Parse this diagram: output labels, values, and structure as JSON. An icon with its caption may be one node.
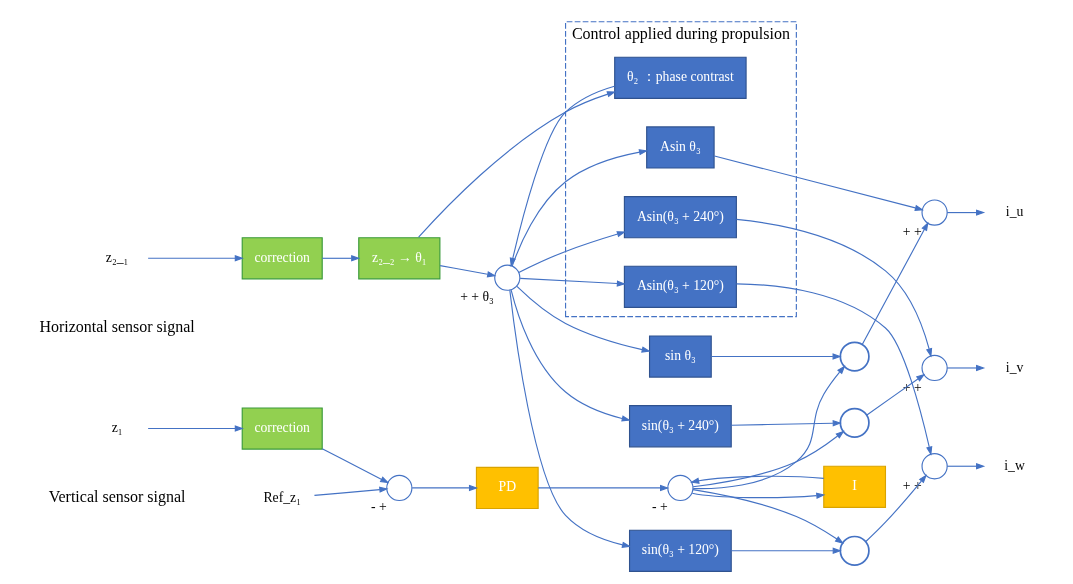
{
  "diagram": {
    "nodes": [
      {
        "text": [
          "z₂_₁"
        ]
      },
      {
        "text": [
          "correction"
        ]
      },
      {
        "text": [
          "z₂_₂ → θ₁"
        ]
      },
      {
        "text": [
          "Control applied during propulsion"
        ]
      },
      {
        "text": [
          "θ₂ ：phase contrast"
        ],
        "in": 3
      },
      {
        "text": [
          "Asin θ₃"
        ],
        "in": 3
      },
      {
        "text": [
          "Asin(θ₃ + 240°)"
        ],
        "in": 3
      },
      {
        "text": [
          "Asin(θ₃ + 120°)"
        ],
        "in": 3
      },
      {
        "text": [],
        "shape": "circle",
        "beside": [
          "+",
          "+",
          "θ₃"
        ]
      },
      {
        "text": [
          "sin θ₃"
        ]
      },
      {
        "text": [
          "sin(θ₃ + 240°)"
        ]
      },
      {
        "text": [
          "sin(θ₃ + 120°)"
        ]
      },
      {
        "text": [
          "z₁"
        ]
      },
      {
        "text": [
          "correction"
        ]
      },
      {
        "text": [],
        "shape": "circle",
        "beside": [
          "-",
          "+"
        ]
      },
      {
        "text": [
          "Ref_z₁"
        ]
      },
      {
        "text": [
          "PD"
        ]
      },
      {
        "text": [],
        "shape": "circle",
        "beside": [
          "-",
          "+"
        ]
      },
      {
        "text": [
          "I"
        ]
      },
      {
        "text": [],
        "shape": "circle"
      },
      {
        "text": [],
        "shape": "circle"
      },
      {
        "text": [],
        "shape": "circle"
      },
      {
        "text": [],
        "shape": "circle",
        "beside": [
          "+",
          "+"
        ]
      },
      {
        "text": [],
        "shape": "circle",
        "beside": [
          "+",
          "+"
        ]
      },
      {
        "text": [],
        "shape": "circle",
        "beside": [
          "+",
          "+"
        ]
      },
      {
        "text": [
          "i_u"
        ]
      },
      {
        "text": [
          "i_v"
        ]
      },
      {
        "text": [
          "i_w"
        ]
      }
    ],
    "edges": [
      {
        "from": 0,
        "to": 1,
        "arrow": "to"
      },
      {
        "from": 1,
        "to": 2,
        "arrow": "to"
      },
      {
        "from": 2,
        "to": 4,
        "arrow": "to"
      },
      {
        "from": 2,
        "to": 8,
        "arrow": "to"
      },
      {
        "from": 4,
        "to": 8,
        "arrow": "to"
      },
      {
        "from": 8,
        "to": 5,
        "arrow": "to"
      },
      {
        "from": 8,
        "to": 6,
        "arrow": "to"
      },
      {
        "from": 8,
        "to": 7,
        "arrow": "to"
      },
      {
        "from": 8,
        "to": 9,
        "arrow": "to"
      },
      {
        "from": 8,
        "to": 10,
        "arrow": "to"
      },
      {
        "from": 8,
        "to": 11,
        "arrow": "to"
      },
      {
        "from": 12,
        "to": 13,
        "arrow": "to"
      },
      {
        "from": 13,
        "to": 14,
        "arrow": "to"
      },
      {
        "from": 15,
        "to": 14,
        "arrow": "to"
      },
      {
        "from": 14,
        "to": 16,
        "arrow": "to"
      },
      {
        "from": 16,
        "to": 17,
        "arrow": "to"
      },
      {
        "from": 17,
        "to": 18,
        "arrow": "to"
      },
      {
        "from": 18,
        "to": 17,
        "arrow": "to"
      },
      {
        "from": 17,
        "to": 19,
        "arrow": "to"
      },
      {
        "from": 17,
        "to": 20,
        "arrow": "to"
      },
      {
        "from": 17,
        "to": 21,
        "arrow": "to"
      },
      {
        "from": 9,
        "to": 19,
        "arrow": "to"
      },
      {
        "from": 10,
        "to": 20,
        "arrow": "to"
      },
      {
        "from": 11,
        "to": 21,
        "arrow": "to"
      },
      {
        "from": 19,
        "to": 22,
        "arrow": "to"
      },
      {
        "from": 20,
        "to": 23,
        "arrow": "to"
      },
      {
        "from": 21,
        "to": 24,
        "arrow": "to"
      },
      {
        "from": 5,
        "to": 22,
        "arrow": "to"
      },
      {
        "from": 6,
        "to": 23,
        "arrow": "to"
      },
      {
        "from": 7,
        "to": 24,
        "arrow": "to"
      },
      {
        "from": 22,
        "to": 25,
        "arrow": "to"
      },
      {
        "from": 23,
        "to": 26,
        "arrow": "to"
      },
      {
        "from": 24,
        "to": 27,
        "arrow": "to"
      }
    ],
    "labels": [
      "Horizontal sensor signal",
      "Vertical sensor signal"
    ]
  }
}
